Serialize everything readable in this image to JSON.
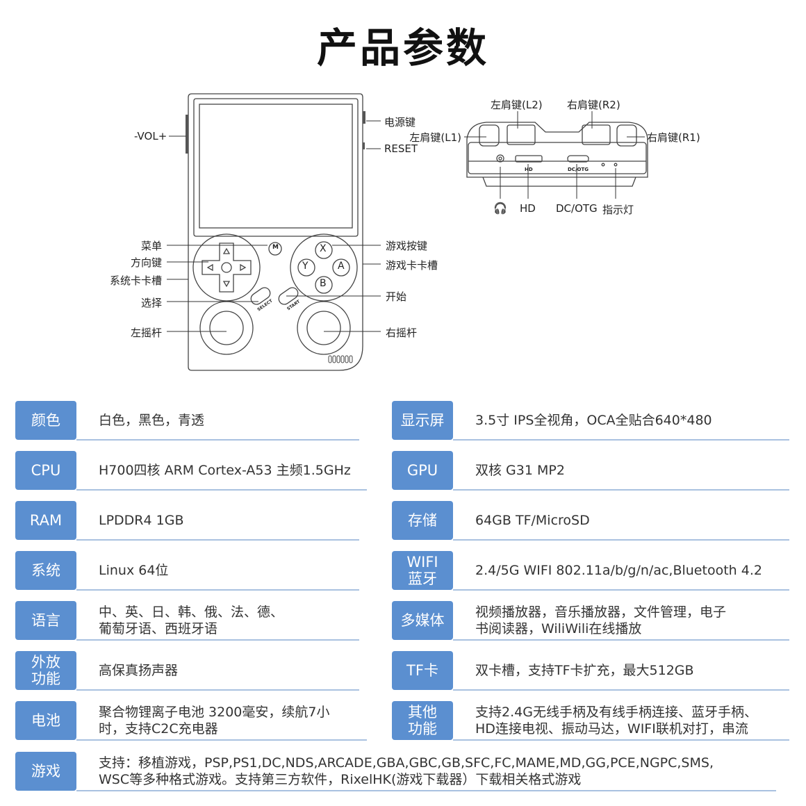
{
  "title": "产品参数",
  "front_labels": {
    "vol": "-VOL+",
    "power": "电源键",
    "reset": "RESET",
    "menu": "菜单",
    "dpad": "方向键",
    "system_slot": "系统卡卡槽",
    "select": "选择",
    "left_stick": "左摇杆",
    "game_buttons": "游戏按键",
    "game_slot": "游戏卡卡槽",
    "start": "开始",
    "right_stick": "右摇杆",
    "btn_x": "X",
    "btn_y": "Y",
    "btn_a": "A",
    "btn_b": "B",
    "btn_m": "M",
    "select_text": "SELECT",
    "start_text": "START"
  },
  "top_labels": {
    "l2": "左肩键(L2)",
    "r2": "右肩键(R2)",
    "l1": "左肩键(L1)",
    "r1": "右肩键(R1)",
    "headphone": "🎧",
    "hd": "HD",
    "dc_otg": "DC/OTG",
    "indicator": "指示灯",
    "port_hd": "HD",
    "port_dc": "DC/OTG"
  },
  "specs": {
    "color": {
      "tag": "颜色",
      "value": "白色，黑色，青透"
    },
    "screen": {
      "tag": "显示屏",
      "value": "3.5寸 IPS全视角，OCA全贴合640*480"
    },
    "cpu": {
      "tag": "CPU",
      "value": "H700四核 ARM Cortex-A53 主频1.5GHz"
    },
    "gpu": {
      "tag": "GPU",
      "value": "双核 G31 MP2"
    },
    "ram": {
      "tag": "RAM",
      "value": "LPDDR4  1GB"
    },
    "storage": {
      "tag": "存储",
      "value": "64GB TF/MicroSD"
    },
    "system": {
      "tag": "系统",
      "value": "Linux 64位"
    },
    "wifi": {
      "tag": "WIFI\n蓝牙",
      "value": "2.4/5G WIFI 802.11a/b/g/n/ac,Bluetooth 4.2"
    },
    "language": {
      "tag": "语言",
      "value": "中、英、日、韩、俄、法、德、\n葡萄牙语、西班牙语"
    },
    "multimedia": {
      "tag": "多媒体",
      "value": "视频播放器，音乐播放器，文件管理，电子\n书阅读器，WiliWili在线播放"
    },
    "speaker": {
      "tag": "外放\n功能",
      "value": "高保真扬声器"
    },
    "tf": {
      "tag": "TF卡",
      "value": "双卡槽，支持TF卡扩充，最大512GB"
    },
    "battery": {
      "tag": "电池",
      "value": "聚合物锂离子电池 3200毫安，续航7小\n时，支持C2C充电器"
    },
    "other": {
      "tag": "其他\n功能",
      "value": "支持2.4G无线手柄及有线手柄连接、蓝牙手柄、\nHD连接电视、振动马达，WIFI联机对打，串流"
    },
    "games": {
      "tag": "游戏",
      "value": "支持：移植游戏，PSP,PS1,DC,NDS,ARCADE,GBA,GBC,GB,SFC,FC,MAME,MD,GG,PCE,NGPC,SMS,\nWSC等多种格式游戏。支持第三方软件，RixelHK(游戏下载器）下载相关格式游戏"
    }
  }
}
